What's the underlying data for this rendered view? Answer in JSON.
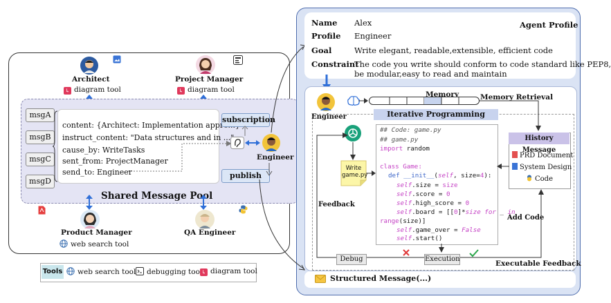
{
  "left": {
    "roles": {
      "architect": "Architect",
      "project_manager": "Project Manager",
      "engineer": "Engineer",
      "product_manager": "Product Manager",
      "qa_engineer": "QA Engineer"
    },
    "tools": {
      "diagram_tool": "diagram tool",
      "web_search_tool": "web search tool"
    },
    "messages": [
      "msgA",
      "msgB",
      "msgC",
      "msgD"
    ],
    "message_fields": {
      "content": "content: {Architect: Implementation appro...}",
      "instruct_content": "instruct_content: \"Data structures and in ...\"",
      "cause_by": "cause_by: WriteTasks",
      "sent_from": "sent_from: ProjectManager",
      "send_to": "send_to: Engineer"
    },
    "subscription": "subscription",
    "publish": "publish",
    "pool_title": "Shared Message Pool"
  },
  "tools_legend": {
    "label": "Tools",
    "items": [
      "web search tool",
      "debugging tool",
      "diagram tool"
    ]
  },
  "profile": {
    "title": "Agent Profile",
    "name_label": "Name",
    "name_value": "Alex",
    "profile_label": "Profile",
    "profile_value": "Engineer",
    "goal_label": "Goal",
    "goal_value": "Write elegant, readable,extensible, efficient code",
    "constraint_label": "Constraint",
    "constraint_value_1": "The code you write should conform to code standard like PEP8,",
    "constraint_value_2": "be modular,easy to read and maintain"
  },
  "workflow": {
    "engineer": "Engineer",
    "memory": "Memory",
    "memory_retrieval": "Memory Retrieval",
    "iterative_programming": "Iterative Programming",
    "write_label_1": "Write",
    "write_label_2": "game.py",
    "feedback": "Feedback",
    "history_message": "History Message",
    "history_items": [
      "PRD Document",
      "System Design",
      "Code"
    ],
    "add_code": "Add Code",
    "debug": "Debug",
    "execution": "Execution",
    "executable_feedback": "Executable Feedback",
    "structured_message": "Structured Message(...)"
  },
  "code": {
    "l1": "## Code: game.py",
    "l2": "## game.py",
    "l3_kw": "import",
    "l3_rest": " random",
    "l4_kw": "class",
    "l4_fn": " Game:",
    "l5_kw": "def",
    "l5_fn": " __init__",
    "l5_p1": "(",
    "l5_self": "self",
    "l5_p2": ", size=",
    "l5_num": "4",
    "l5_p3": "):",
    "l6_self": "self",
    "l6_a": ".size = ",
    "l6_b": "size",
    "l7_self": "self",
    "l7_a": ".score = ",
    "l7_b": "0",
    "l8_self": "self",
    "l8_a": ".high_score = ",
    "l8_b": "0",
    "l9_self": "self",
    "l9_a": ".board = [[",
    "l9_b": "0",
    "l9_c": "]*",
    "l9_d": "size for",
    "l9_e": " _ ",
    "l9_f": "in",
    "l10_a": "range",
    "l10_b": "(size)]",
    "l11_self": "self",
    "l11_a": ".game_over = ",
    "l11_b": "False",
    "l12_self": "self",
    "l12_a": ".start()"
  },
  "colors": {
    "accent_blue": "#2f6fd8",
    "pool_bg": "#e4e4f4",
    "panel_bg": "#dae3f4",
    "keyword": "#c441c4",
    "history_header": "#cac2e8",
    "banner": "#c8d3ee",
    "tools_tag": "#c9e6ec",
    "diagram_red": "#e0395c",
    "openai_green": "#19a17a"
  }
}
